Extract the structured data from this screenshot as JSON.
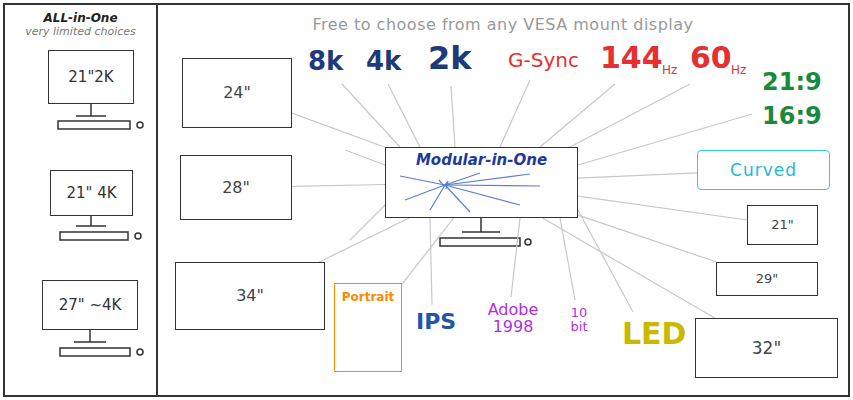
{
  "diagram": {
    "nodes": [
      {
        "text": [
          "ALL-in-One",
          "very limited choices"
        ]
      },
      {
        "text": [
          "Free to choose from any VESA mount display"
        ]
      },
      {
        "text": [
          "21\"2K"
        ],
        "in": 0
      },
      {
        "text": [
          "21\" 4K"
        ],
        "in": 0
      },
      {
        "text": [
          "27\" ~4K"
        ],
        "in": 0
      },
      {
        "text": [
          "24\""
        ],
        "in": 1
      },
      {
        "text": [
          "28\""
        ],
        "in": 1
      },
      {
        "text": [
          "34\""
        ],
        "in": 1
      },
      {
        "text": [
          "Modular-in-One"
        ],
        "in": 1
      },
      {
        "text": [
          "Portrait"
        ],
        "in": 1
      },
      {
        "text": [
          "Curved"
        ],
        "in": 1
      },
      {
        "text": [
          "21\""
        ],
        "in": 1
      },
      {
        "text": [
          "29\""
        ],
        "in": 1
      },
      {
        "text": [
          "32\""
        ],
        "in": 1
      }
    ],
    "edges": [
      {
        "from": 8,
        "to": 5,
        "arrow": "none"
      },
      {
        "from": 8,
        "to": 6,
        "arrow": "none"
      },
      {
        "from": 8,
        "to": 7,
        "arrow": "none"
      },
      {
        "from": 8,
        "to": 9,
        "arrow": "none"
      },
      {
        "from": 8,
        "to": 10,
        "arrow": "none"
      },
      {
        "from": 8,
        "to": 11,
        "arrow": "none"
      },
      {
        "from": 8,
        "to": 12,
        "arrow": "none"
      },
      {
        "from": 8,
        "to": 13,
        "arrow": "none"
      }
    ],
    "labels": [
      "8k",
      "4k",
      "2k",
      "G-Sync",
      "144",
      "Hz",
      "60",
      "Hz",
      "21:9",
      "16:9",
      "IPS",
      "Adobe 1998",
      "10 bit",
      "LED"
    ]
  }
}
